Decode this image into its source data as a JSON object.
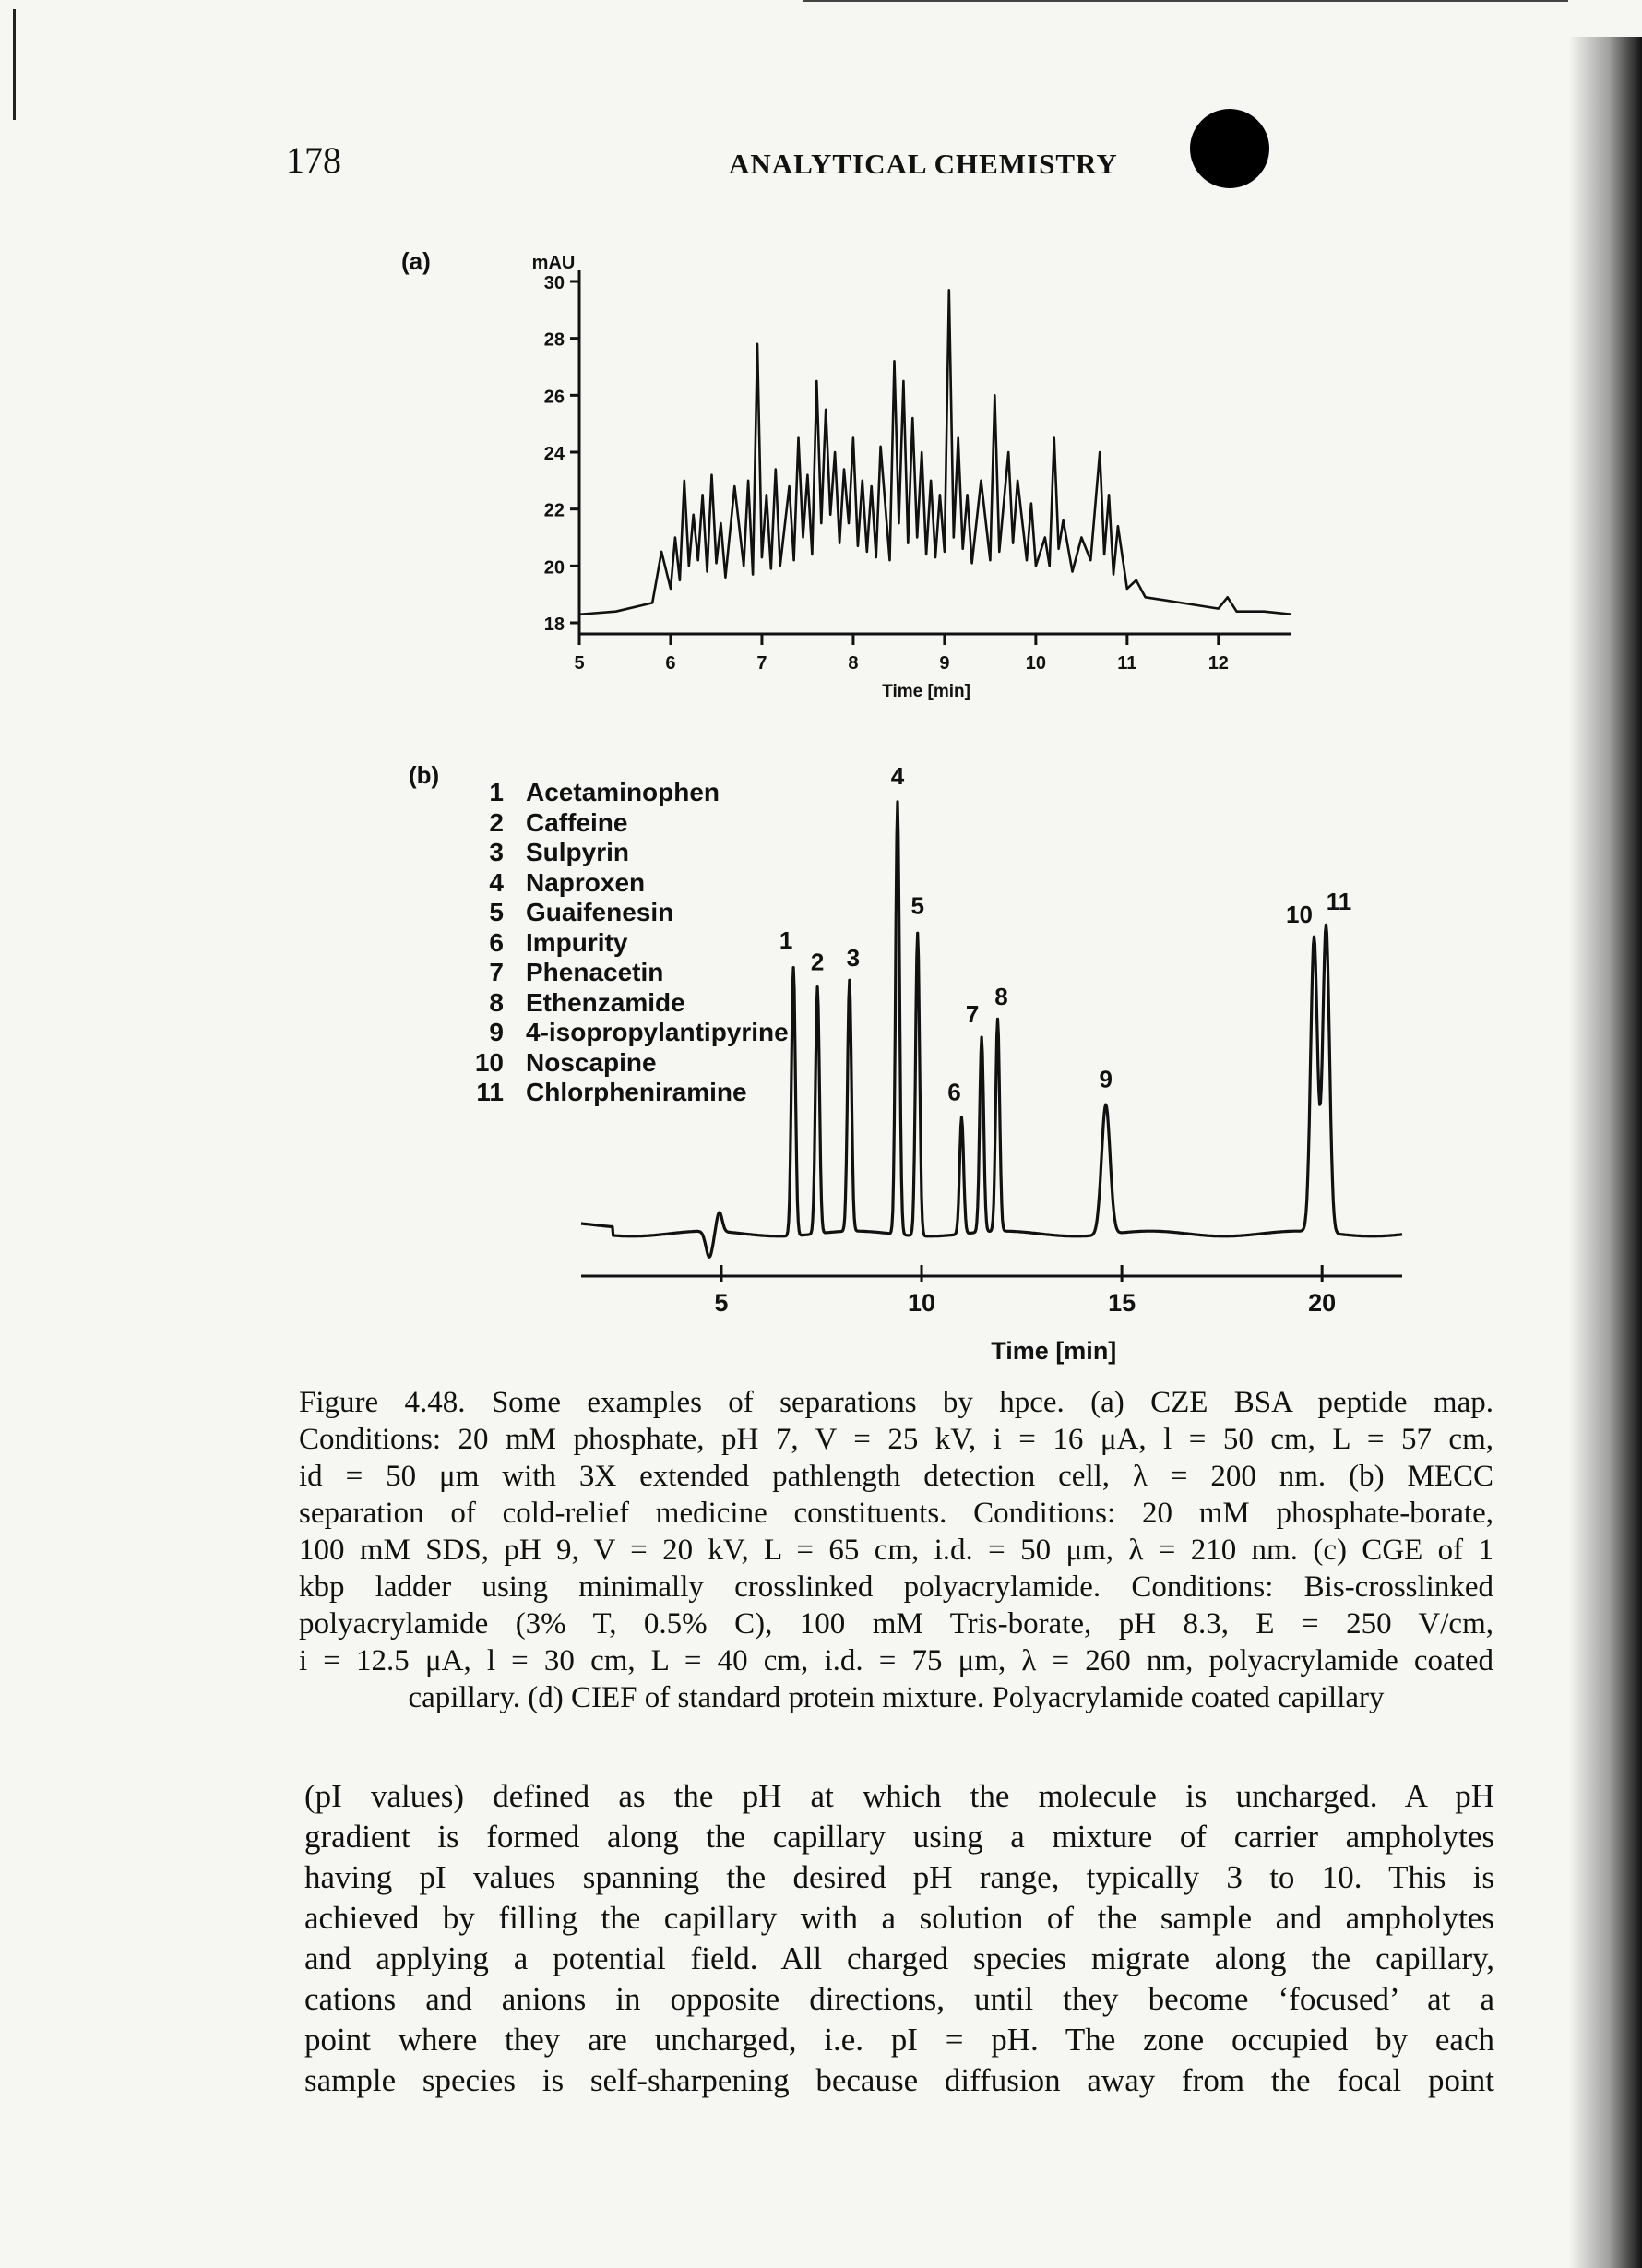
{
  "page": {
    "number": "178",
    "running_head": "ANALYTICAL CHEMISTRY"
  },
  "panel_a": {
    "label": "(a)"
  },
  "panel_b": {
    "label": "(b)",
    "legend": [
      {
        "num": "1",
        "name": "Acetaminophen"
      },
      {
        "num": "2",
        "name": "Caffeine"
      },
      {
        "num": "3",
        "name": "Sulpyrin"
      },
      {
        "num": "4",
        "name": "Naproxen"
      },
      {
        "num": "5",
        "name": "Guaifenesin"
      },
      {
        "num": "6",
        "name": "Impurity"
      },
      {
        "num": "7",
        "name": "Phenacetin"
      },
      {
        "num": "8",
        "name": "Ethenzamide"
      },
      {
        "num": "9",
        "name": "4-isopropylantipyrine"
      },
      {
        "num": "10",
        "name": "Noscapine"
      },
      {
        "num": "11",
        "name": "Chlorpheniramine"
      }
    ]
  },
  "chart_data": [
    {
      "type": "line",
      "ylabel": "mAU",
      "xlabel": "Time [min]",
      "xlim": [
        5,
        12.8
      ],
      "ylim": [
        18,
        30
      ],
      "xticks": [
        "5",
        "6",
        "7",
        "8",
        "9",
        "10",
        "11",
        "12"
      ],
      "yticks": [
        "18",
        "20",
        "22",
        "24",
        "26",
        "28",
        "30"
      ],
      "series": [
        {
          "x": [
            5.0,
            5.4,
            5.8,
            5.9,
            6.0,
            6.05,
            6.1,
            6.15,
            6.2,
            6.25,
            6.3,
            6.35,
            6.4,
            6.45,
            6.5,
            6.55,
            6.6,
            6.7,
            6.8,
            6.85,
            6.9,
            6.95,
            7.0,
            7.05,
            7.1,
            7.15,
            7.2,
            7.3,
            7.35,
            7.4,
            7.45,
            7.5,
            7.55,
            7.6,
            7.65,
            7.7,
            7.75,
            7.8,
            7.85,
            7.9,
            7.95,
            8.0,
            8.05,
            8.1,
            8.15,
            8.2,
            8.25,
            8.3,
            8.4,
            8.45,
            8.5,
            8.55,
            8.6,
            8.65,
            8.7,
            8.75,
            8.8,
            8.85,
            8.9,
            8.95,
            9.0,
            9.05,
            9.1,
            9.15,
            9.2,
            9.25,
            9.3,
            9.4,
            9.5,
            9.55,
            9.6,
            9.7,
            9.75,
            9.8,
            9.9,
            9.95,
            10.0,
            10.1,
            10.15,
            10.2,
            10.25,
            10.3,
            10.4,
            10.5,
            10.6,
            10.7,
            10.75,
            10.8,
            10.85,
            10.9,
            11.0,
            11.1,
            11.2,
            11.4,
            11.6,
            11.8,
            12.0,
            12.1,
            12.2,
            12.5,
            12.8
          ],
          "y": [
            18.3,
            18.4,
            18.7,
            20.5,
            19.2,
            21.0,
            19.5,
            23.0,
            20.0,
            21.8,
            20.2,
            22.5,
            19.8,
            23.2,
            20.1,
            21.5,
            19.6,
            22.8,
            20.0,
            23.0,
            19.7,
            27.8,
            20.3,
            22.5,
            19.9,
            23.4,
            20.0,
            22.8,
            20.2,
            24.5,
            21.0,
            23.2,
            20.4,
            26.5,
            21.5,
            25.5,
            21.8,
            24.0,
            20.8,
            23.4,
            21.5,
            24.5,
            20.7,
            23.0,
            20.5,
            22.8,
            20.3,
            24.2,
            20.2,
            27.2,
            21.5,
            26.5,
            20.8,
            25.2,
            21.0,
            24.0,
            20.4,
            23.0,
            20.3,
            22.5,
            20.5,
            29.7,
            21.0,
            24.5,
            20.6,
            22.5,
            20.1,
            23.0,
            20.2,
            26.0,
            20.5,
            24.0,
            20.8,
            23.0,
            20.2,
            22.2,
            20.0,
            21.0,
            20.0,
            24.5,
            20.6,
            21.6,
            19.8,
            21.0,
            20.2,
            24.0,
            20.4,
            22.5,
            19.7,
            21.4,
            19.2,
            19.5,
            18.9,
            18.8,
            18.7,
            18.6,
            18.5,
            18.9,
            18.4,
            18.4,
            18.3
          ]
        }
      ]
    },
    {
      "type": "line",
      "xlabel": "Time [min]",
      "xlim": [
        1.5,
        22
      ],
      "xticks": [
        "5",
        "10",
        "15",
        "20"
      ],
      "peaks": [
        {
          "label": "1",
          "x": 6.8,
          "height": 0.62
        },
        {
          "label": "2",
          "x": 7.4,
          "height": 0.57
        },
        {
          "label": "3",
          "x": 8.2,
          "height": 0.58
        },
        {
          "label": "4",
          "x": 9.4,
          "height": 1.0
        },
        {
          "label": "5",
          "x": 9.9,
          "height": 0.7
        },
        {
          "label": "6",
          "x": 11.0,
          "height": 0.27
        },
        {
          "label": "7",
          "x": 11.5,
          "height": 0.45
        },
        {
          "label": "8",
          "x": 11.9,
          "height": 0.49
        },
        {
          "label": "9",
          "x": 14.6,
          "height": 0.3
        },
        {
          "label": "10",
          "x": 19.8,
          "height": 0.68
        },
        {
          "label": "11",
          "x": 20.1,
          "height": 0.71
        }
      ]
    }
  ],
  "caption": {
    "lines": [
      "Figure 4.48.  Some examples of separations by hpce. (a) CZE BSA peptide map.",
      "Conditions: 20 mM phosphate, pH 7, V = 25 kV, i = 16 μA, l = 50 cm, L = 57 cm,",
      "id = 50 μm with 3X extended pathlength detection cell, λ = 200 nm. (b) MECC",
      "separation of cold-relief medicine constituents. Conditions: 20 mM phosphate-borate,",
      "100 mM SDS, pH 9, V = 20 kV, L = 65 cm, i.d. = 50 μm, λ = 210 nm. (c) CGE of 1",
      "kbp ladder using minimally crosslinked polyacrylamide. Conditions: Bis-crosslinked",
      "polyacrylamide (3% T, 0.5% C), 100 mM Tris-borate, pH 8.3, E = 250 V/cm,",
      "i = 12.5 μA, l = 30 cm, L = 40 cm, i.d. = 75 μm, λ = 260 nm, polyacrylamide coated",
      "capillary. (d) CIEF of standard protein mixture. Polyacrylamide coated capillary"
    ]
  },
  "body": {
    "lines": [
      "(pI values) defined as the pH at which the molecule is uncharged. A pH",
      "gradient is formed along the capillary using a mixture of carrier ampholytes",
      "having pI values spanning the desired pH range, typically 3 to 10. This is",
      "achieved by filling the capillary with a solution of the sample and ampholytes",
      "and applying a potential field. All charged species migrate along the capillary,",
      "cations and anions in opposite directions, until they become ‘focused’ at a",
      "point where they are uncharged, i.e. pI = pH. The zone occupied by each",
      "sample species is self-sharpening because diffusion away from the focal point"
    ]
  }
}
